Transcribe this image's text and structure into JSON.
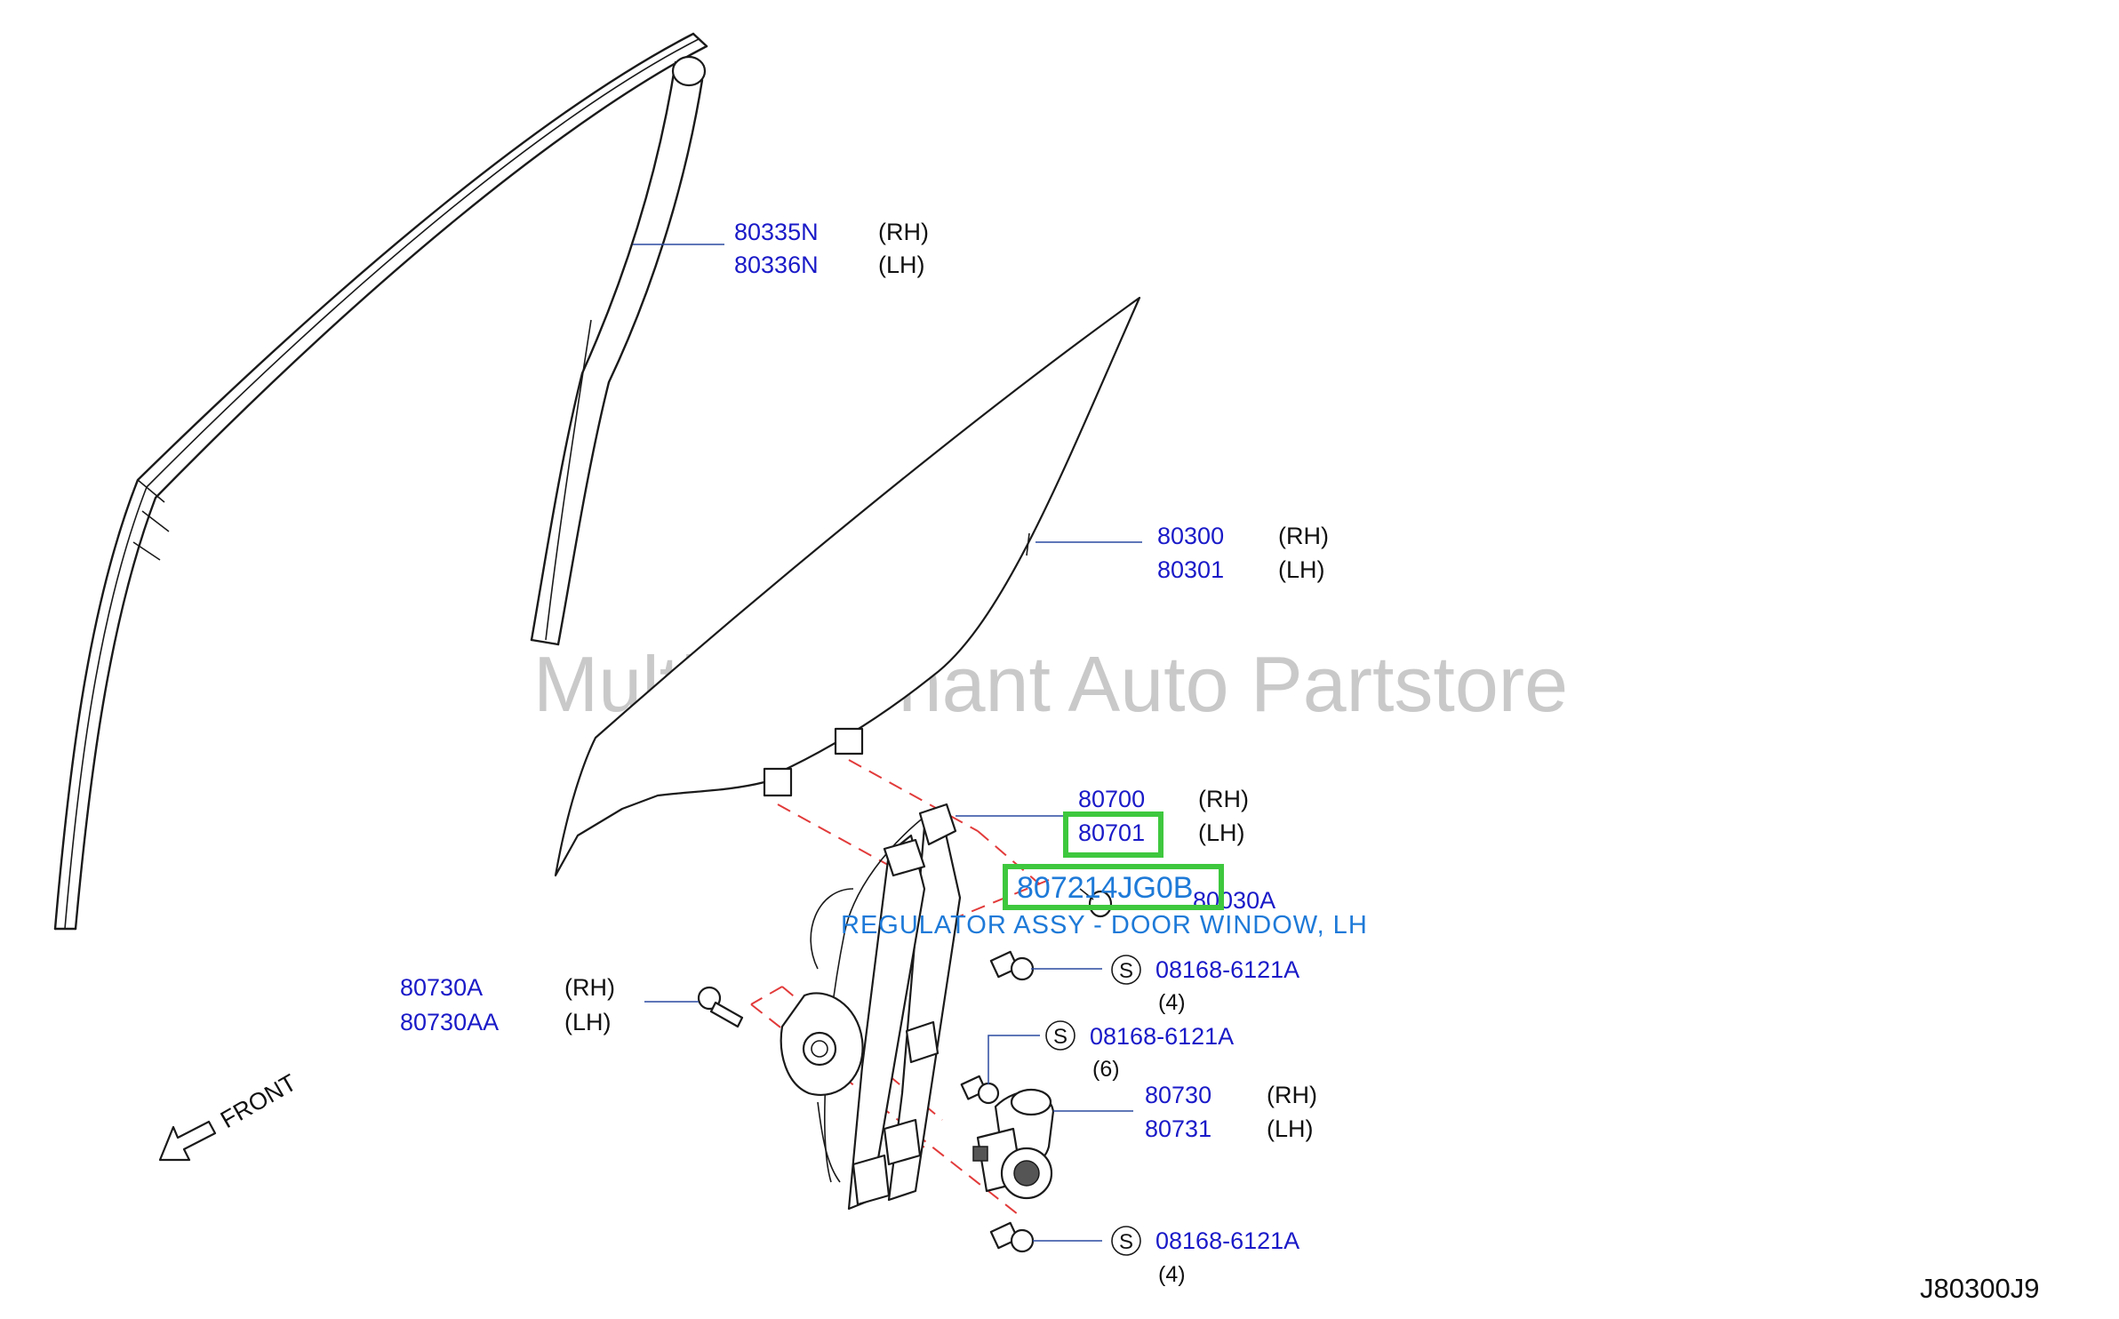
{
  "watermark": "Multi-Merchant Auto Partstore",
  "diagram_ref": "J80300J9",
  "front_label": "FRONT",
  "labels": {
    "sash_rh": {
      "part": "80335N",
      "side": "(RH)"
    },
    "sash_lh": {
      "part": "80336N",
      "side": "(LH)"
    },
    "glass_rh": {
      "part": "80300",
      "side": "(RH)"
    },
    "glass_lh": {
      "part": "80301",
      "side": "(LH)"
    },
    "regulator_rh": {
      "part": "80700",
      "side": "(RH)"
    },
    "regulator_lh": {
      "part": "80701",
      "side": "(LH)"
    },
    "clip": {
      "part": "80030A"
    },
    "bolt_top": {
      "symbol": "S",
      "part": "08168-6121A",
      "qty": "(4)"
    },
    "bolt_mid": {
      "symbol": "S",
      "part": "08168-6121A",
      "qty": "(6)"
    },
    "bolt_bottom": {
      "symbol": "S",
      "part": "08168-6121A",
      "qty": "(4)"
    },
    "screw_rh": {
      "part": "80730A",
      "side": "(RH)"
    },
    "screw_lh": {
      "part": "80730AA",
      "side": "(LH)"
    },
    "motor_rh": {
      "part": "80730",
      "side": "(RH)"
    },
    "motor_lh": {
      "part": "80731",
      "side": "(LH)"
    }
  },
  "highlight": {
    "part_number": "807214JG0B",
    "description": "REGULATOR ASSY - DOOR WINDOW, LH",
    "color": "#3ec83e",
    "text_color": "#1e7ad8"
  },
  "colors": {
    "part_number_text": "#1a1ac8",
    "dashed_alignment_lines": "#e23a3a"
  }
}
